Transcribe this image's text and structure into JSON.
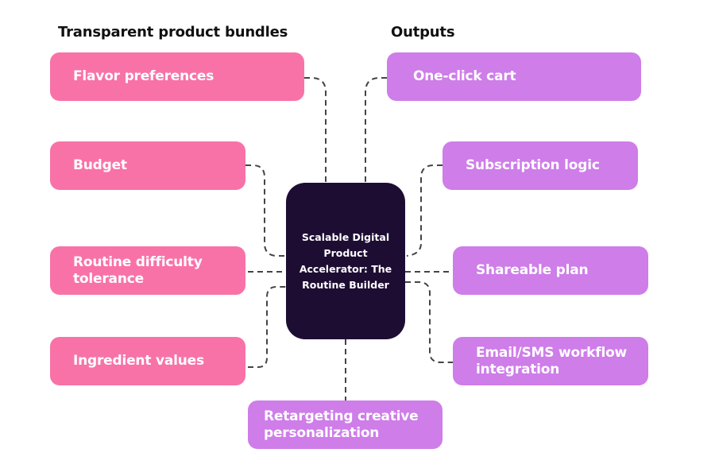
{
  "headings": {
    "left": "Transparent product bundles",
    "right": "Outputs"
  },
  "center": {
    "label": "Scalable Digital Product Accelerator: The Routine Builder"
  },
  "inputs": [
    {
      "label": "Flavor preferences"
    },
    {
      "label": "Budget"
    },
    {
      "label": "Routine difficulty tolerance"
    },
    {
      "label": "Ingredient values"
    }
  ],
  "outputs": [
    {
      "label": "One-click cart"
    },
    {
      "label": "Subscription logic"
    },
    {
      "label": "Shareable plan"
    },
    {
      "label": "Email/SMS workflow integration"
    },
    {
      "label": "Retargeting creative personalization"
    }
  ],
  "colors": {
    "input_box": "#F872A8",
    "output_box": "#CE7DE9",
    "center_box": "#1E0D33",
    "connector": "#444444"
  }
}
